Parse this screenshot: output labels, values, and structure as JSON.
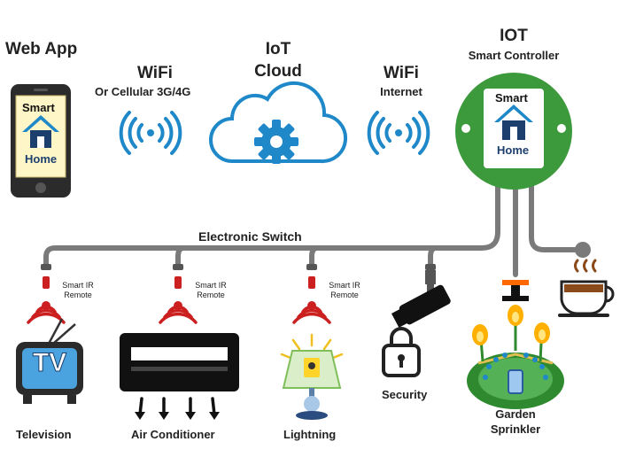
{
  "web_app": {
    "title": "Web App",
    "screen_line1": "Smart",
    "screen_line2": "Home"
  },
  "link_left": {
    "title": "WiFi",
    "subtitle": "Or Cellular 3G/4G"
  },
  "cloud": {
    "title_line1": "IoT",
    "title_line2": "Cloud"
  },
  "link_right": {
    "title": "WiFi",
    "subtitle": "Internet"
  },
  "controller": {
    "title": "IOT",
    "subtitle": "Smart Controller",
    "screen_line1": "Smart",
    "screen_line2": "Home"
  },
  "bus": {
    "label": "Electronic Switch"
  },
  "remote": {
    "line1": "Smart IR",
    "line2": "Remote"
  },
  "devices": {
    "television": {
      "label": "Television",
      "screen_text": "TV"
    },
    "air_conditioner": {
      "label": "Air Conditioner"
    },
    "lightning": {
      "label": "Lightning"
    },
    "security": {
      "label": "Security"
    },
    "garden": {
      "line1": "Garden",
      "line2": "Sprinkler"
    }
  },
  "colors": {
    "wire": "#7a7a7a",
    "wifi": "#1e88c9",
    "controller_ring": "#3c9a3c",
    "ir_red": "#cc1f1f",
    "coffee": "#8a4a1a"
  }
}
